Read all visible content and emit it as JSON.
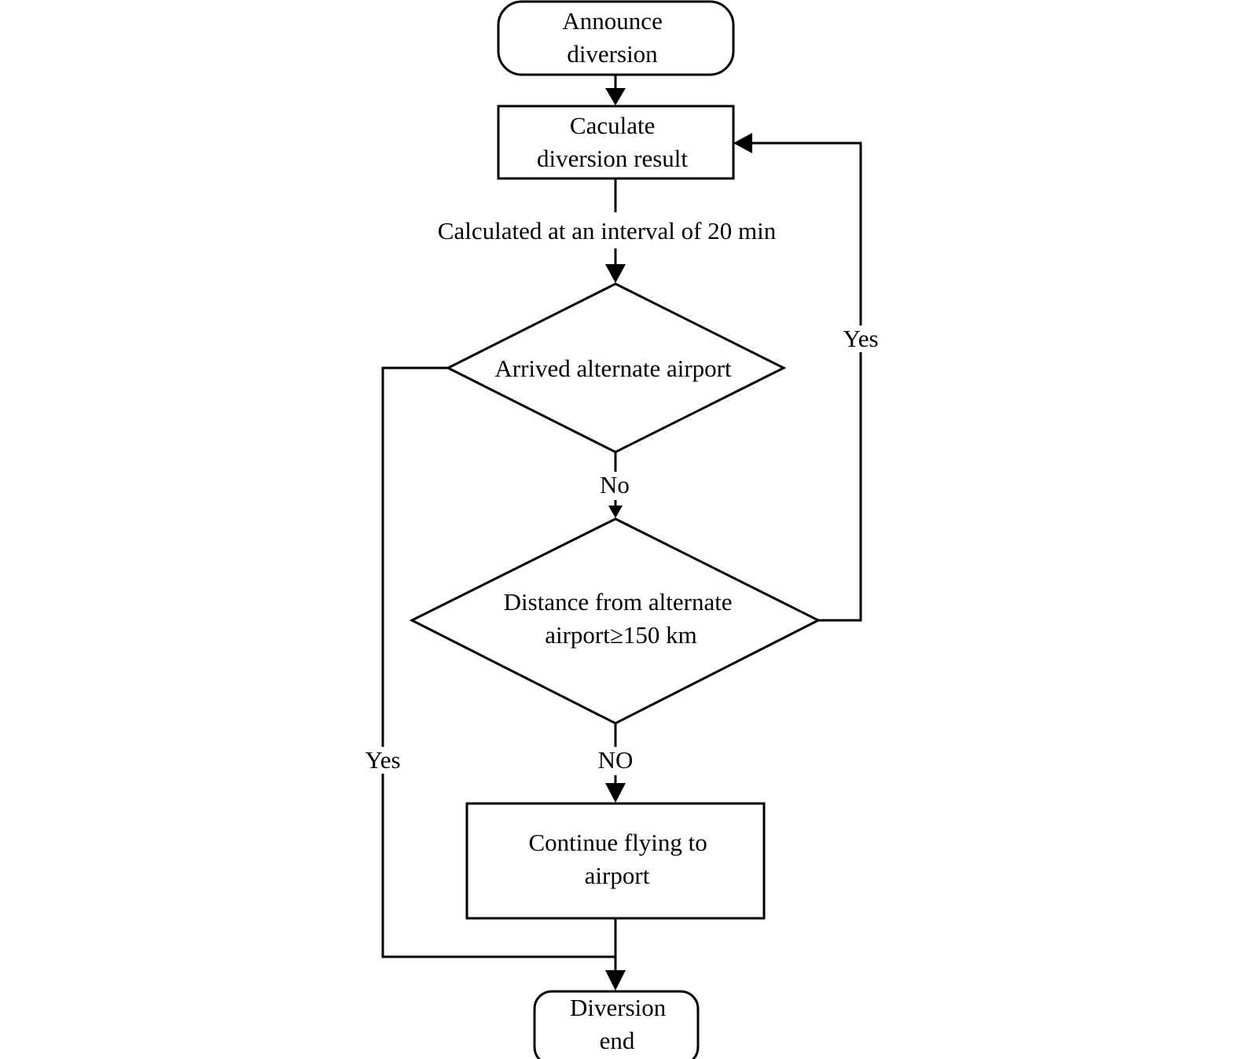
{
  "nodes": {
    "start": {
      "lines": [
        "Announce",
        "diversion"
      ]
    },
    "calculate": {
      "lines": [
        "Caculate",
        "diversion result"
      ]
    },
    "arrived": {
      "lines": [
        "Arrived alternate airport"
      ]
    },
    "distance": {
      "lines": [
        "Distance from alternate",
        "airport≥150 km"
      ]
    },
    "continue": {
      "lines": [
        "Continue flying to",
        "airport"
      ]
    },
    "end": {
      "lines": [
        "Diversion",
        "end"
      ]
    }
  },
  "edges": {
    "interval_label": "Calculated at an interval of 20 min",
    "arrived_no_label": "No",
    "arrived_yes_label": "Yes",
    "distance_yes_label": "Yes",
    "distance_no_label": "NO"
  }
}
